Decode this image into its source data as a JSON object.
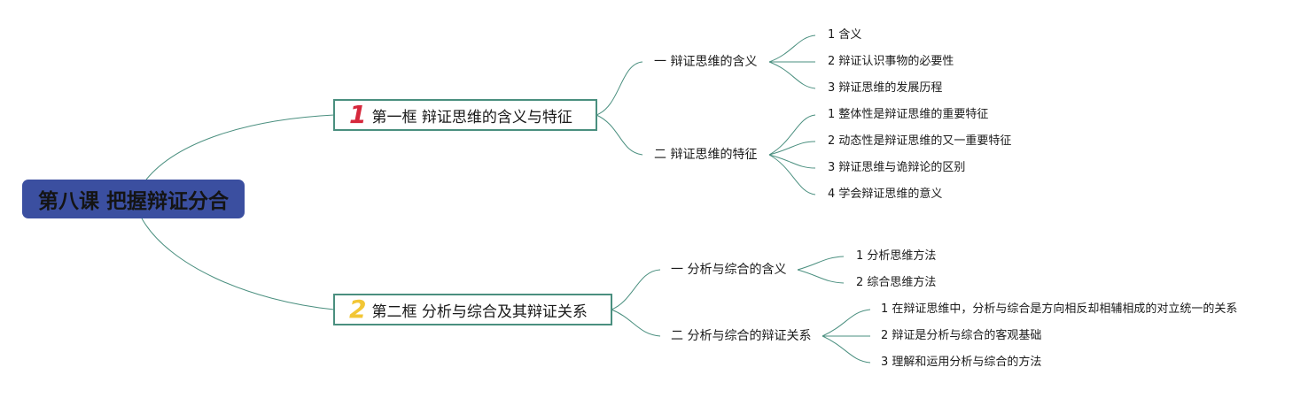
{
  "root": {
    "title": "第八课 把握辩证分合"
  },
  "colors": {
    "root_bg": "#3b4fa0",
    "line": "#4a8f7f",
    "num1": "#d6283c",
    "num2": "#f2c635"
  },
  "branches": [
    {
      "num": "1",
      "title": "第一框 辩证思维的含义与特征",
      "subs": [
        {
          "title": "一 辩证思维的含义",
          "leaves": [
            "1 含义",
            "2 辩证认识事物的必要性",
            "3 辩证思维的发展历程"
          ]
        },
        {
          "title": "二 辩证思维的特征",
          "leaves": [
            "1 整体性是辩证思维的重要特征",
            "2 动态性是辩证思维的又一重要特征",
            "3 辩证思维与诡辩论的区别",
            "4 学会辩证思维的意义"
          ]
        }
      ]
    },
    {
      "num": "2",
      "title": "第二框 分析与综合及其辩证关系",
      "subs": [
        {
          "title": "一 分析与综合的含义",
          "leaves": [
            "1 分析思维方法",
            "2 综合思维方法"
          ]
        },
        {
          "title": "二 分析与综合的辩证关系",
          "leaves": [
            "1 在辩证思维中，分析与综合是方向相反却相辅相成的对立统一的关系",
            "2 辩证是分析与综合的客观基础",
            "3 理解和运用分析与综合的方法"
          ]
        }
      ]
    }
  ]
}
